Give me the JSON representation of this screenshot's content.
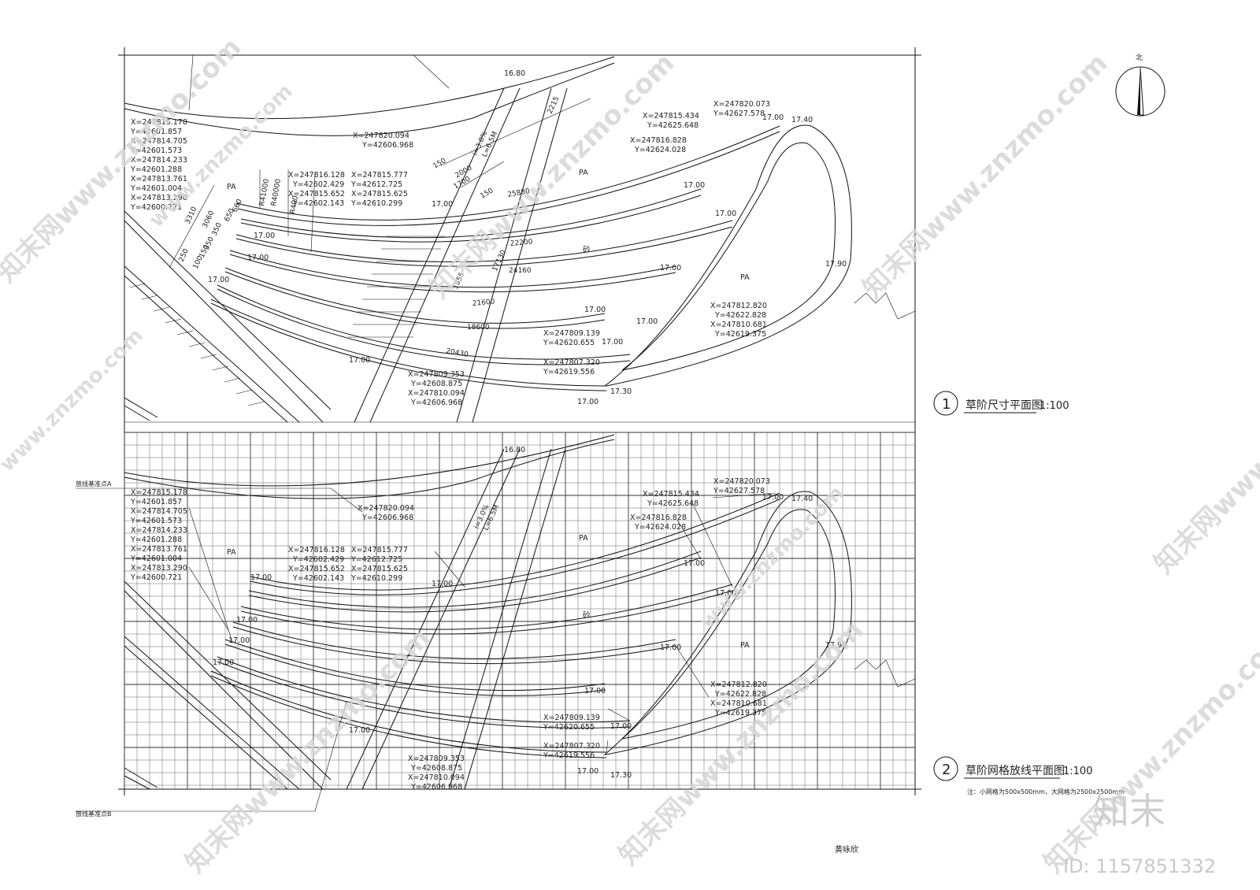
{
  "plan1": {
    "number": "1",
    "title": "草阶尺寸平面图",
    "scale": "1:100",
    "north_label": "北",
    "elevations": {
      "top_curve": "16.80",
      "corner_top": "17.40",
      "corner_top_left": "17.00",
      "corner_right": "17.90",
      "corner_bottom": "17.30",
      "row1": "17.00",
      "row2": "17.00",
      "row3": "17.00",
      "row4": "17.00",
      "row5": "17.00",
      "row6": "17.00",
      "left_a": "17.00",
      "left_b": "17.00",
      "left_c": "17.00",
      "left_d": "17.00",
      "bottom_mid": "17.00",
      "bottom_end": "17.00"
    },
    "coords": {
      "a1": "X=247815.178",
      "a2": "Y=42601.857",
      "a3": "X=247814.705",
      "a4": "Y=42601.573",
      "a5": "X=247814.233",
      "a6": "Y=42601.288",
      "a7": "X=247813.761",
      "a8": "Y=42601.004",
      "a9": "X=247813.290",
      "a10": "Y=42600.721",
      "b1": "X=247820.094",
      "b2": "Y=42606.968",
      "c1": "X=247816.128",
      "c2": "Y=42602.429",
      "c3": "X=247815.652",
      "c4": "Y=42602.143",
      "d1": "X=247815.777",
      "d2": "Y=42612.725",
      "d3": "X=247815.625",
      "d4": "Y=42610.299",
      "e1": "X=247815.434",
      "e2": "Y=42625.648",
      "f1": "X=247816.828",
      "f2": "Y=42624.028",
      "g1": "X=247820.073",
      "g2": "Y=42627.578",
      "h1": "X=247812.820",
      "h2": "Y=42622.828",
      "h3": "X=247810.681",
      "h4": "Y=42619.375",
      "i1": "X=247809.139",
      "i2": "Y=42620.655",
      "j1": "X=247807.320",
      "j2": "Y=42619.556",
      "k1": "X=247809.353",
      "k2": "Y=42608.875",
      "k3": "X=247810.094",
      "k4": "Y=42606.968"
    },
    "dims": {
      "d2215": "2215",
      "d150a": "150",
      "d2000": "2000",
      "d1700": "1700",
      "d150b": "150",
      "slope1": "i=3.0%",
      "slope2": "L=6.5M",
      "r41000": "R41000",
      "r40000": "R40000",
      "r400": "R400",
      "d3310": "3310",
      "d3060": "3060",
      "d350a": "350",
      "d350b": "350",
      "d650": "650",
      "d660": "660",
      "d250": "250",
      "d150c": "150",
      "d100": "100",
      "arc25880": "25880",
      "arc22200": "22200",
      "arc24160": "24160",
      "arc21600": "21600",
      "arc18600": "18600",
      "arc20430": "20430",
      "arc1855": "1855",
      "arc17130": "17130"
    },
    "labels": {
      "pa1": "PA",
      "pa2": "PA",
      "pa3": "PA",
      "sand": "砂"
    }
  },
  "plan2": {
    "number": "2",
    "title": "草阶网格放线平面图",
    "scale": "1:100",
    "note": "注：小网格为500x500mm，大网格为2500x2500mm",
    "ref_a": "放线基准点A",
    "ref_b": "放线基准点B",
    "slope1": "i=3.0%",
    "slope2": "L=6.5M"
  },
  "footer": {
    "designer": "黄咏欣"
  },
  "watermark": {
    "brand": "知末网www.znzmo.com",
    "site": "www.znzmo.com",
    "logo": "知末",
    "id": "ID: 1157851332"
  }
}
